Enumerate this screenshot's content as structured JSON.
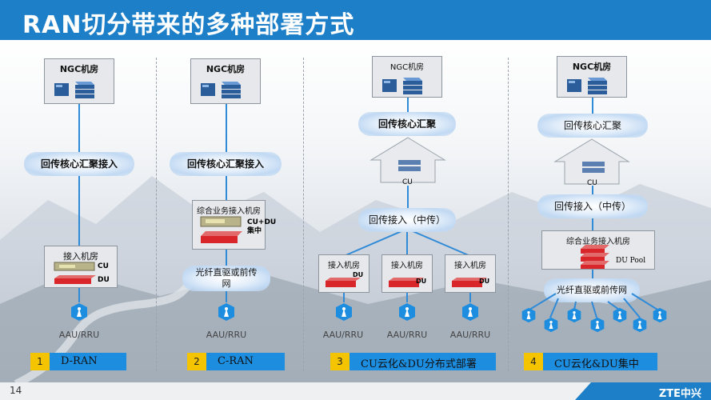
{
  "slide": {
    "title": "RAN切分带来的多种部署方式",
    "page_number": "14",
    "logo": "ZTE中兴"
  },
  "columns": [
    {
      "ngc": "NGC机房",
      "backhaul": "回传核心汇聚接入",
      "site": "接入机房",
      "cu": "CU",
      "du": "DU",
      "aau": "AAU/RRU",
      "num": "1",
      "name": "D-RAN"
    },
    {
      "ngc": "NGC机房",
      "backhaul": "回传核心汇聚接入",
      "site": "综合业务接入机房",
      "cudu": "CU+DU",
      "cudu2": "集中",
      "fiber": "光纤直驱或前传网",
      "aau": "AAU/RRU",
      "num": "2",
      "name": "C-RAN"
    },
    {
      "ngc": "NGC机房",
      "backhaul": "回传核心汇聚",
      "cu": "CU",
      "mid": "回传接入（中传）",
      "site": "接入机房",
      "du": "DU",
      "aau": "AAU/RRU",
      "num": "3",
      "name": "CU云化&DU分布式部署"
    },
    {
      "ngc": "NGC机房",
      "backhaul": "回传核心汇聚",
      "cu": "CU",
      "mid": "回传接入（中传）",
      "site": "综合业务接入机房",
      "dupool": "DU Pool",
      "fiber": "光纤直驱或前传网",
      "num": "4",
      "name": "CU云化&DU集中"
    }
  ],
  "colors": {
    "title_bar": "#1d7fc8",
    "line": "#2f8ad8",
    "badge": "#f5c400",
    "label_bar": "#1d8de0",
    "du_red": "#d9262b"
  }
}
